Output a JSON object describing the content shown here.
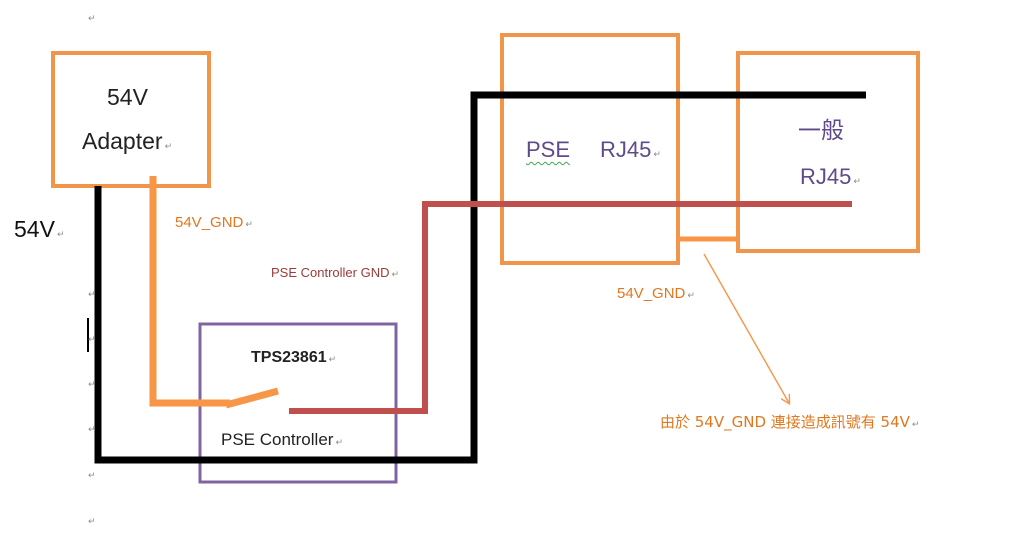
{
  "adapter": {
    "voltage": "54V",
    "name": "Adapter"
  },
  "labels": {
    "line_54v": "54V",
    "gnd_54v_left": "54V_GND",
    "pse_controller_gnd": "PSE Controller GND",
    "chip": "TPS23861",
    "pse_controller": "PSE Controller",
    "pse_rj45_pse": "PSE",
    "pse_rj45_rj45": "RJ45",
    "general_name": "一般",
    "general_rj45": "RJ45",
    "gnd_54v_right": "54V_GND",
    "note": "由於 54V_GND 連接造成訊號有 54V"
  },
  "marks": {
    "paragraph": "↵"
  },
  "colors": {
    "box_orange": "#f0954a",
    "box_purple": "#8064a2",
    "wire_black": "#000000",
    "wire_orange": "#f79646",
    "wire_red": "#c0504d",
    "arrow_orange": "#f79646",
    "text_orange": "#e0781f",
    "text_red": "#9b3a3a",
    "text_purple": "#5f4b8b"
  }
}
